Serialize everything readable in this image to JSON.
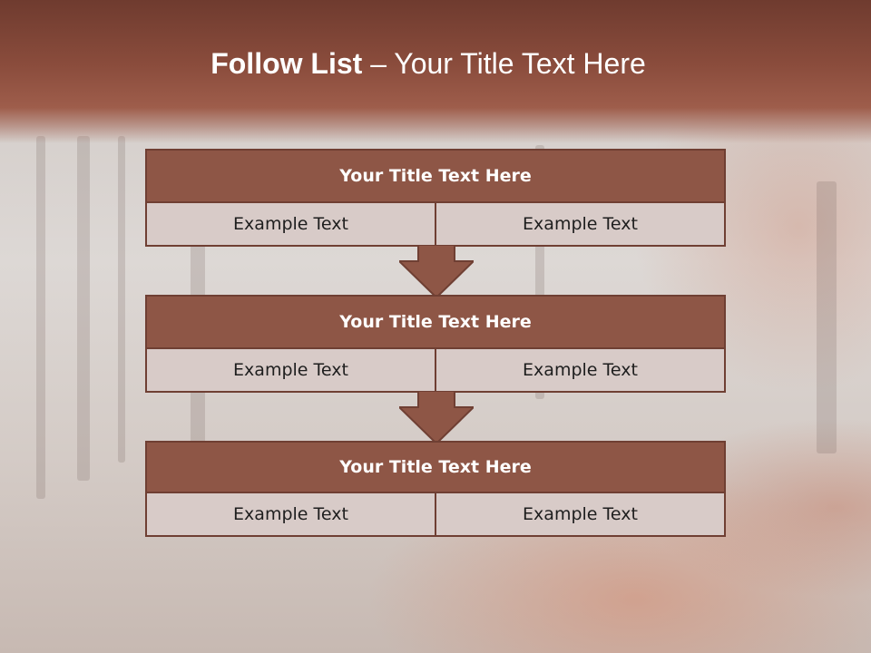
{
  "title": {
    "bold": "Follow List",
    "rest": " – Your Title Text Here"
  },
  "blocks": [
    {
      "heading": "Your Title Text Here",
      "left": "Example Text",
      "right": "Example Text"
    },
    {
      "heading": "Your Title Text Here",
      "left": "Example Text",
      "right": "Example Text"
    },
    {
      "heading": "Your Title Text Here",
      "left": "Example Text",
      "right": "Example Text"
    }
  ],
  "colors": {
    "header": "#8a4c3c",
    "block_header": "#8e5646",
    "block_border": "#6f3f33",
    "cell_background": "#d8cbc8",
    "arrow": "#8e5646"
  }
}
